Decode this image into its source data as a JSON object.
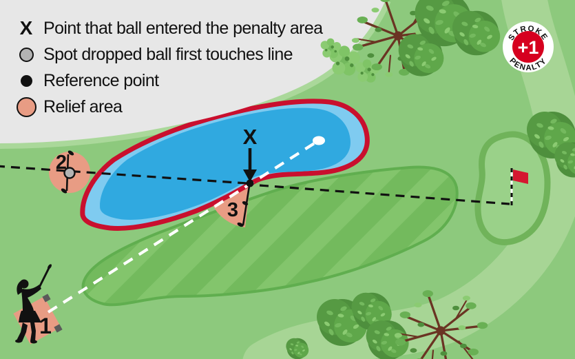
{
  "diagram_title_implicit": "Golf penalty area relief options",
  "legend": {
    "x_symbol": "X",
    "items": [
      {
        "symbol": "x-marker",
        "label": "Point that ball entered the penalty area"
      },
      {
        "symbol": "dropped-ball-spot",
        "label": "Spot dropped ball first touches line"
      },
      {
        "symbol": "reference-point",
        "label": "Reference point"
      },
      {
        "symbol": "relief-area",
        "label": "Relief area"
      }
    ]
  },
  "badge": {
    "top_text": "STROKE",
    "center_text": "+1",
    "bottom_text": "PENALTY"
  },
  "markers": {
    "entry_point_label": "X",
    "relief_option_1_label": "1",
    "relief_option_2_label": "2",
    "relief_option_3_label": "3"
  },
  "icons": {
    "flag-icon": "red flag on striped pole",
    "golfer-icon": "black golfer silhouette swinging club",
    "club-icon": "golf club used to measure relief area",
    "golf-ball-icon": "white ball lying in water",
    "tee-marker-icon": "dark gray tee marker block",
    "tree-icon": "top-view tree / bush foliage"
  },
  "colors": {
    "legend_bg": "#e7e7e7",
    "rough": "#8dc97d",
    "rough_light": "#a7d595",
    "fairway_base": "#73ba5d",
    "fairway_stripe": "#83c56c",
    "fairway_edge": "#60ae4f",
    "water_main": "#30a9e0",
    "water_light": "#7fcbf0",
    "penalty_line_red": "#c90f2e",
    "relief_salmon": "#e89c84",
    "green_fringe": "#70b35a",
    "green_fill": "#9ad189",
    "flag_red": "#d51730",
    "badge_red": "#d6001f",
    "spot_gray": "#b3b3b3",
    "tee_marker_gray": "#5a5a5a",
    "text": "#111111"
  }
}
